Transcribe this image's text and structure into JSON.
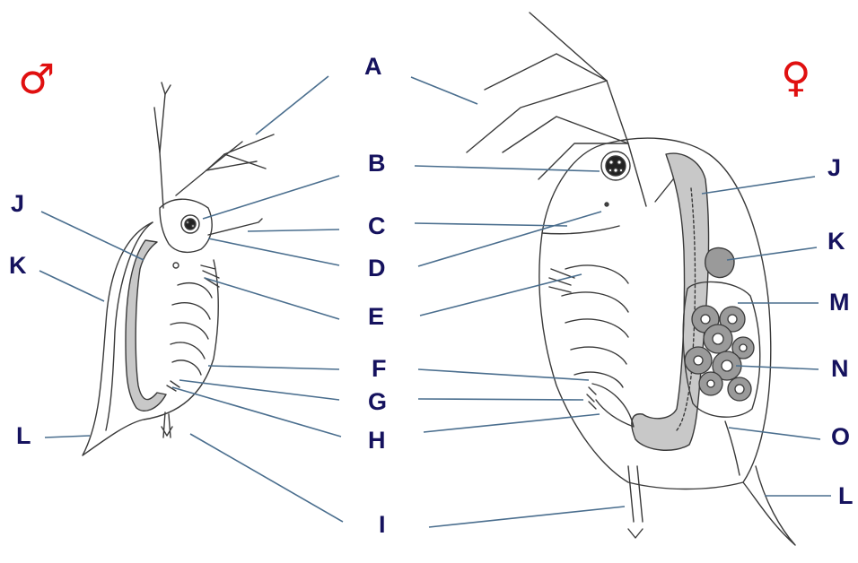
{
  "symbols": {
    "male": "♂",
    "female": "♀"
  },
  "colors": {
    "label_text": "#15125e",
    "leader_line": "#4a6e8e",
    "outline": "#3a3a3a",
    "gut_fill": "#c8c8c8",
    "egg_fill": "#9a9a9a",
    "symbol": "#e01010"
  },
  "labels": {
    "A": "A",
    "B": "B",
    "C": "C",
    "D": "D",
    "E": "E",
    "F": "F",
    "G": "G",
    "H": "H",
    "I": "I",
    "J": "J",
    "K": "K",
    "L": "L",
    "M": "M",
    "N": "N",
    "O": "O"
  }
}
